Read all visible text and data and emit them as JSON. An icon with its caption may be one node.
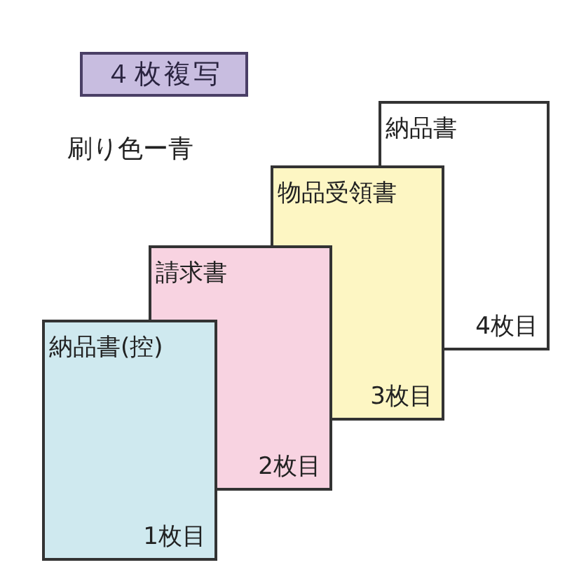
{
  "diagram": {
    "nodes": [
      {
        "text": [
          "４枚複写"
        ]
      },
      {
        "text": [
          "納品書",
          "4枚目"
        ]
      },
      {
        "text": [
          "物品受領書",
          "3枚目"
        ]
      },
      {
        "text": [
          "請求書",
          "2枚目"
        ]
      },
      {
        "text": [
          "納品書(控)",
          "1枚目"
        ]
      }
    ],
    "labels": [
      "刷り色ー青"
    ]
  }
}
